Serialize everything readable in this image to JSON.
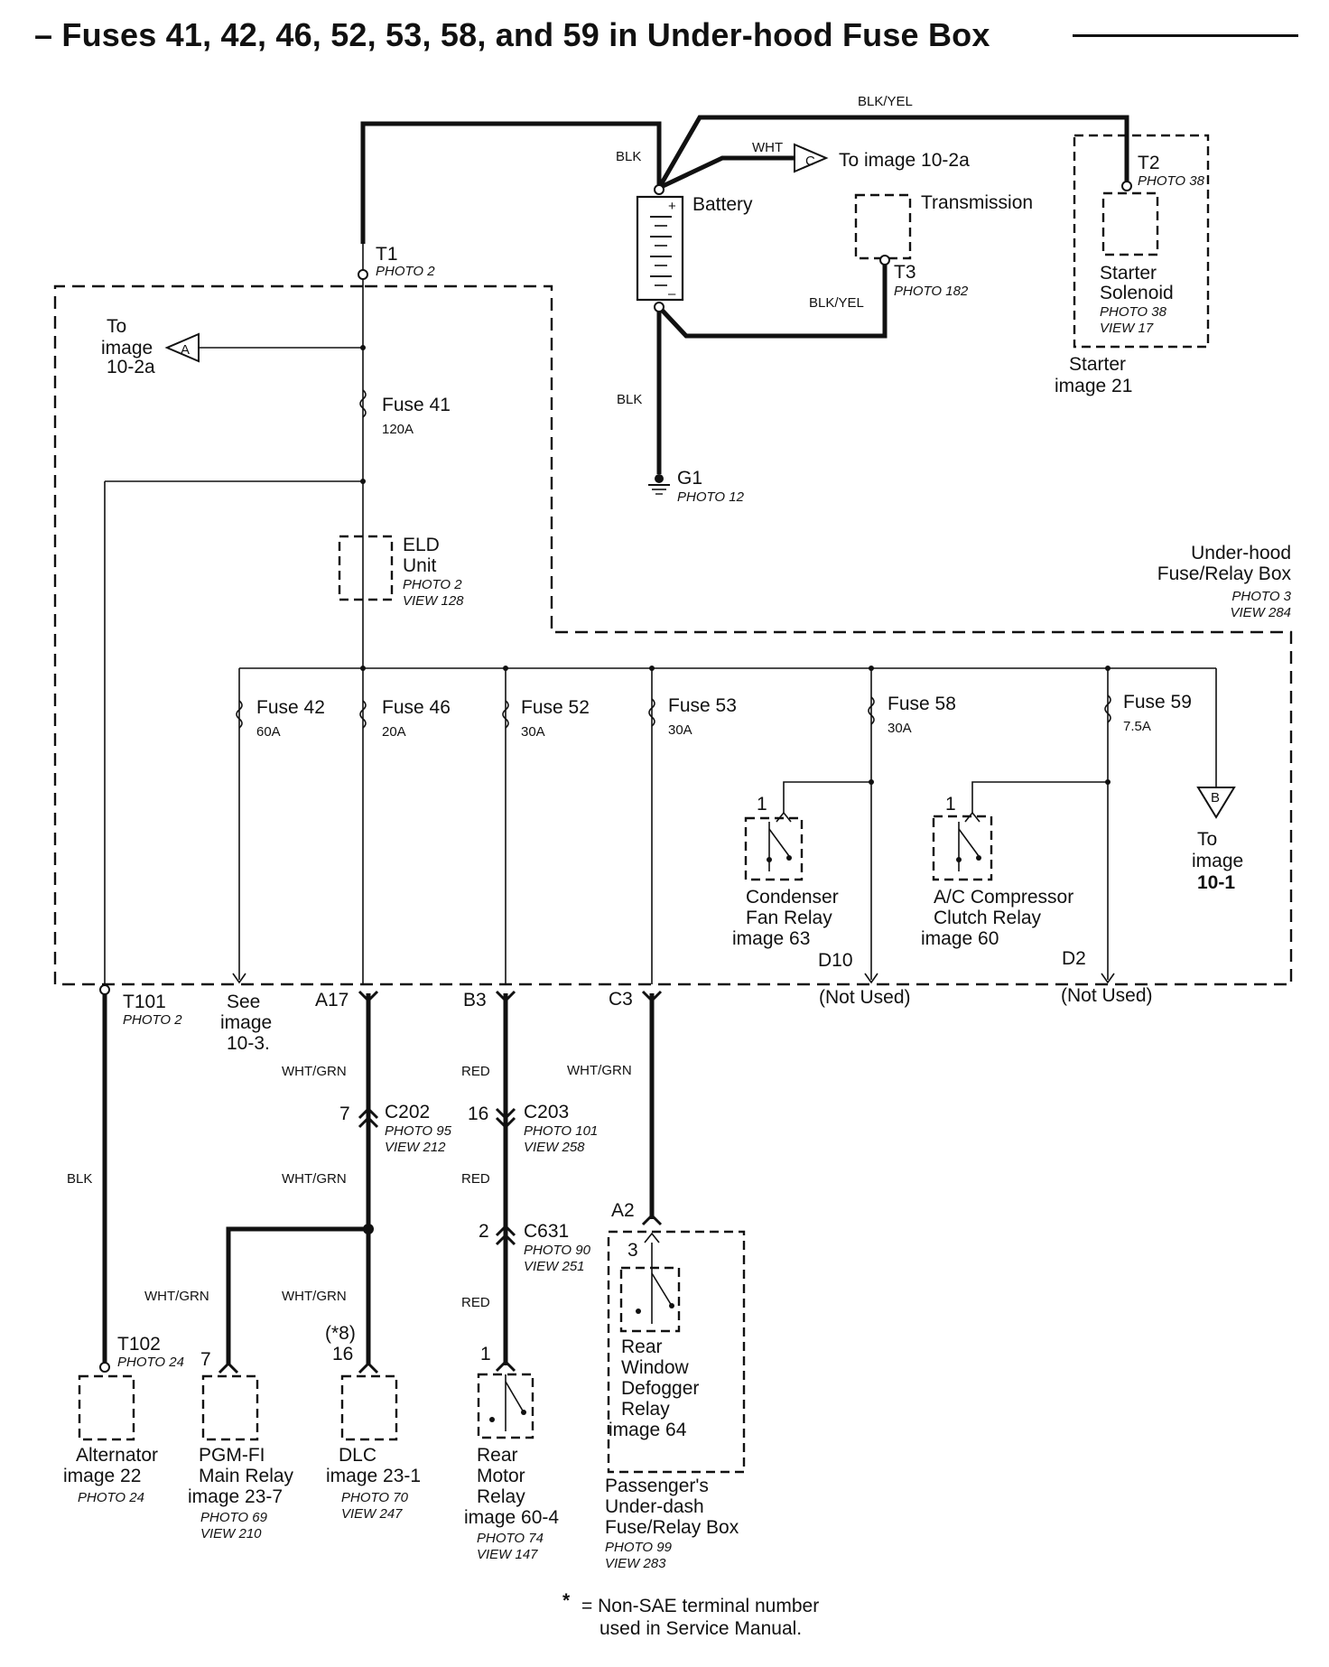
{
  "title": "– Fuses 41, 42, 46, 52, 53, 58, and 59 in Under-hood Fuse Box",
  "wires": {
    "blk_yel_top": "BLK/YEL",
    "blk_top": "BLK",
    "wht": "WHT",
    "blk_yel_t3": "BLK/YEL",
    "blk_ground": "BLK",
    "blk_alt": "BLK",
    "wht_grn_a17": "WHT/GRN",
    "wht_grn_c202": "WHT/GRN",
    "wht_grn_pgm": "WHT/GRN",
    "wht_grn_dlc": "WHT/GRN",
    "red_b3": "RED",
    "red_c203": "RED",
    "red_c631": "RED",
    "wht_grn_c3": "WHT/GRN"
  },
  "components": {
    "battery": "Battery",
    "to_image_c": "To image 10-2a",
    "connector_c": "C",
    "transmission": "Transmission",
    "t3": "T3",
    "t3_photo": "PHOTO 182",
    "t2": "T2",
    "t2_photo": "PHOTO 38",
    "starter_solenoid_1": "Starter",
    "starter_solenoid_2": "Solenoid",
    "starter_solenoid_photo": "PHOTO 38",
    "starter_solenoid_view": "VIEW 17",
    "starter_1": "Starter",
    "starter_2": "image 21",
    "g1": "G1",
    "g1_photo": "PHOTO 12",
    "t1": "T1",
    "t1_photo": "PHOTO 2",
    "to_a_1": "To",
    "to_a_2": "image",
    "to_a_3": "10-2a",
    "connector_a": "A",
    "fuse41": "Fuse 41",
    "fuse41_amp": "120A",
    "eld_1": "ELD",
    "eld_2": "Unit",
    "eld_photo": "PHOTO 2",
    "eld_view": "VIEW 128",
    "underhood_box_1": "Under-hood",
    "underhood_box_2": "Fuse/Relay Box",
    "underhood_box_photo": "PHOTO 3",
    "underhood_box_view": "VIEW 284",
    "fuse42": "Fuse 42",
    "fuse42_amp": "60A",
    "fuse46": "Fuse 46",
    "fuse46_amp": "20A",
    "fuse52": "Fuse 52",
    "fuse52_amp": "30A",
    "fuse53": "Fuse 53",
    "fuse53_amp": "30A",
    "fuse58": "Fuse 58",
    "fuse58_amp": "30A",
    "fuse59": "Fuse 59",
    "fuse59_amp": "7.5A",
    "condenser_pin": "1",
    "condenser_1": "Condenser",
    "condenser_2": "Fan Relay",
    "condenser_3": "image 63",
    "ac_pin": "1",
    "ac_1": "A/C Compressor",
    "ac_2": "Clutch Relay",
    "ac_3": "image 60",
    "connector_b": "B",
    "to_b_1": "To",
    "to_b_2": "image",
    "to_b_3": "10-1",
    "t101": "T101",
    "t101_photo": "PHOTO 2",
    "see_1": "See",
    "see_2": "image",
    "see_3": "10-3.",
    "a17": "A17",
    "b3": "B3",
    "c3": "C3",
    "d10": "D10",
    "d10_note": "(Not Used)",
    "d2": "D2",
    "d2_note": "(Not Used)",
    "c202_pin": "7",
    "c202": "C202",
    "c202_photo": "PHOTO 95",
    "c202_view": "VIEW 212",
    "c203_pin": "16",
    "c203": "C203",
    "c203_photo": "PHOTO 101",
    "c203_view": "VIEW 258",
    "c631_pin": "2",
    "c631": "C631",
    "c631_photo": "PHOTO 90",
    "c631_view": "VIEW 251",
    "a2": "A2",
    "rwd_pin": "3",
    "rwd_1": "Rear",
    "rwd_2": "Window",
    "rwd_3": "Defogger",
    "rwd_4": "Relay",
    "rwd_5": "image 64",
    "pass_box_1": "Passenger's",
    "pass_box_2": "Under-dash",
    "pass_box_3": "Fuse/Relay Box",
    "pass_box_photo": "PHOTO 99",
    "pass_box_view": "VIEW 283",
    "t102": "T102",
    "t102_photo": "PHOTO 24",
    "alt_1": "Alternator",
    "alt_2": "image 22",
    "alt_photo": "PHOTO 24",
    "pgm_pin": "7",
    "pgm_1": "PGM-FI",
    "pgm_2": "Main Relay",
    "pgm_3": "image 23-7",
    "pgm_photo": "PHOTO 69",
    "pgm_view": "VIEW 210",
    "dlc_pin_note": "(*8)",
    "dlc_pin": "16",
    "dlc_1": "DLC",
    "dlc_2": "image 23-1",
    "dlc_photo": "PHOTO 70",
    "dlc_view": "VIEW 247",
    "rm_pin": "1",
    "rm_1": "Rear",
    "rm_2": "Motor",
    "rm_3": "Relay",
    "rm_4": "image 60-4",
    "rm_photo": "PHOTO 74",
    "rm_view": "VIEW 147"
  },
  "footnote": {
    "star": "*",
    "line1": "= Non-SAE terminal number",
    "line2": "used in Service Manual."
  }
}
